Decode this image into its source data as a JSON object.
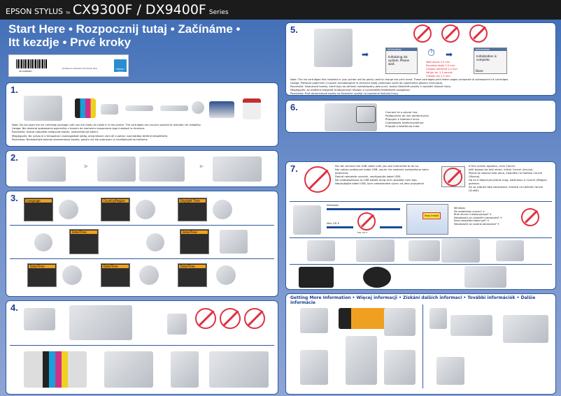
{
  "header": {
    "brand": "EPSON STYLUS",
    "tm": "TM",
    "models": "CX9300F / DX9400F",
    "series": "Series"
  },
  "title": {
    "line1": "Start Here • Rozpocznij tutaj • Začínáme •",
    "line2": "Itt kezdje • Prvé kroky"
  },
  "label": {
    "barcode_number": "4111485907",
    "product_code": "Printed in XXXXXX  XX.XX-XX XXX",
    "energy_star": "ENERGY STAR"
  },
  "sections": {
    "s1": {
      "num": "1.",
      "notes": [
        "Note: Do not open the ink cartridge package until you are ready to install it in the printer. The cartridges are vacuum packed to maintain its reliability.",
        "Uwaga: Nie otwieraj opakowania pojemnika z tuszem do momentu rozpoczęcia jego instalacji w drukarce.",
        "Poznámka: Dokud nebudete instalovat kazetu, neotvírejte její balení.",
        "Megjegyzés: Ne nyissa ki a tintapatron csomagolását addig, amíg készen nem áll a patron nyomtatóba történő telepítésére.",
        "Poznámka: Nerozbaľujte balenie atramentovej kazety, pokým nie ste pripravení ju nainštalovať do tlačiarne."
      ]
    },
    "s2": {
      "num": "2."
    },
    "s3": {
      "num": "3.",
      "screens": [
        "Language",
        "Country/Region",
        "Daylight Time",
        "Date/Time",
        "Date/Time",
        "Date/Time",
        "Date/Time",
        "Date/Time"
      ]
    },
    "s4": {
      "num": "4."
    },
    "s5": {
      "num": "5.",
      "screen1": {
        "title": "Information",
        "text": "Initializing ink system. Please wait."
      },
      "wait": [
        "Wait about 2.5 min.",
        "Poczekaj około 2,5 min.",
        "Čekejte přibližně 2,5 min.",
        "Várjon kb. 2,5 percet.",
        "Čakajte asi 2,5 min."
      ],
      "screen2": {
        "title": "Information",
        "text": "Initialization is complete.",
        "button": "Done"
      },
      "notes": [
        "Note: The ink cartridges first installed in your printer will be partly used to charge the print head. These cartridges print fewer pages compared to subsequent ink cartridges.",
        "Uwaga: Pierwsze pojemniki z tuszem zainstalowane w drukarce będą częściowo użyte do napełnienia głowicy drukującej.",
        "Poznámka: Inkoustové kazety, které byly do zařízení nainstalovány jako první, budou částečně použity k naplnění tiskové hlavy.",
        "Megjegyzés: Az elsőként telepített tintapatronok részben a nyomtatófej feltöltésére szolgálnak.",
        "Poznámka: Prvé atramentové kazety sa čiastočne využijú na naplnenie tlačovej hlavy."
      ]
    },
    "s6": {
      "num": "6.",
      "text": [
        "Connect to a phone line.",
        "Podłączenie do linii telefonicznej.",
        "Připojení k telefonní lince.",
        "Csatlakozás telefonvonalhoz.",
        "Pripojte k telefónnej linke."
      ]
    },
    "s7": {
      "num": "7.",
      "usb_warning": [
        "Do not connect the USB cable until you are instructed to do so.",
        "Nie należy podłączać kabla USB, zanim nie zostanie wyświetlone takie polecenie.",
        "Dokud nebudete vyzváni, nepřipojujte kabel USB.",
        "Ne csatlakoztassa az USB kábelt amíg erre utasítást nem kap.",
        "Nepripájajte kábel USB, kým nedostanete výzvu na jeho pripojenie."
      ],
      "cancel": [
        "If this screen appears, click Cancel.",
        "Jeśli pojawi się taki ekran, kliknij Cancel (Anuluj).",
        "Pokud se zobrazí toto okno, klepněte na tlačítko Cancel (Storno).",
        "Ha ez a képernyő jelenik meg, kattintson a Cancel (Mégse) gombra.",
        "Ak sa zobrazí táto obrazovka, kliknite na tlačidlo Cancel (Zrušiť)."
      ],
      "windows": "Windows",
      "mac": "Mac OS X",
      "mac_icon": "Mac OS X",
      "easy_install": "Easy Install",
      "no_screen": [
        "Windows:",
        "No installation screen? ➜",
        "Brak ekranu instalacyjnego? ➜",
        "Nezobrazila se instalační obrazovka? ➜",
        "Nincs telepítési képernyő? ➜",
        "Nezobrazila sa úvodná obrazovka? ➜"
      ]
    },
    "more": {
      "title": "Getting More Information • Więcej informacji • Získání dalších informací • További információk • Ďalšie informácie"
    }
  },
  "colors": {
    "accent": "#1b3f8f",
    "warning": "#e02030",
    "header": "#1b1b1b",
    "background": "#4a78bd"
  }
}
